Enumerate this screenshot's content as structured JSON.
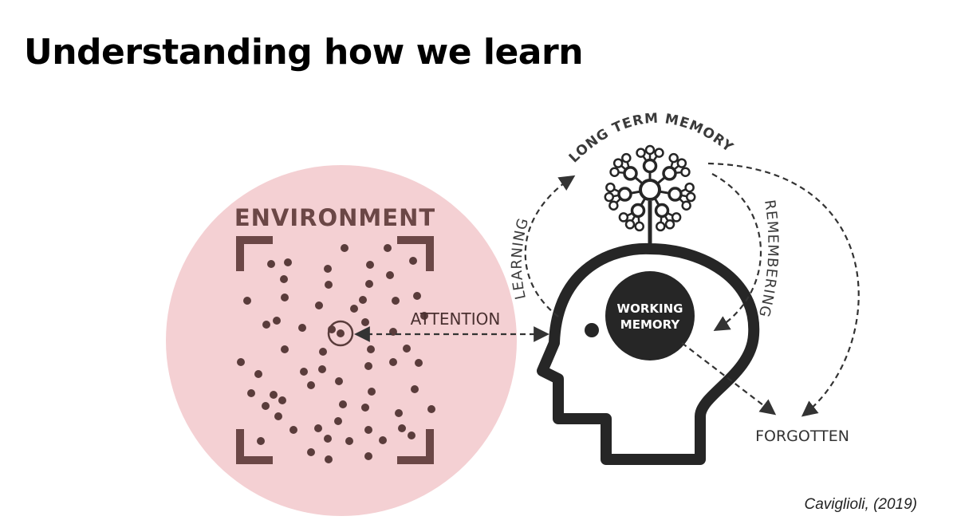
{
  "title": "Understanding how we learn",
  "citation": "Caviglioli, (2019)",
  "diagram": {
    "environment_label": "ENVIRONMENT",
    "attention_label": "ATTENTION",
    "learning_label": "LEARNING",
    "long_term_memory_label": "LONG TERM MEMORY",
    "remembering_label": "REMEMBERING",
    "working_memory_line1": "WORKING",
    "working_memory_line2": "MEMORY",
    "forgotten_label": "FORGOTTEN",
    "colors": {
      "environment_circle": "#f4d0d3",
      "frame": "#6b4746",
      "dots": "#5a3c3b",
      "ink": "#262626",
      "text_gray": "#3a3a3a"
    }
  }
}
